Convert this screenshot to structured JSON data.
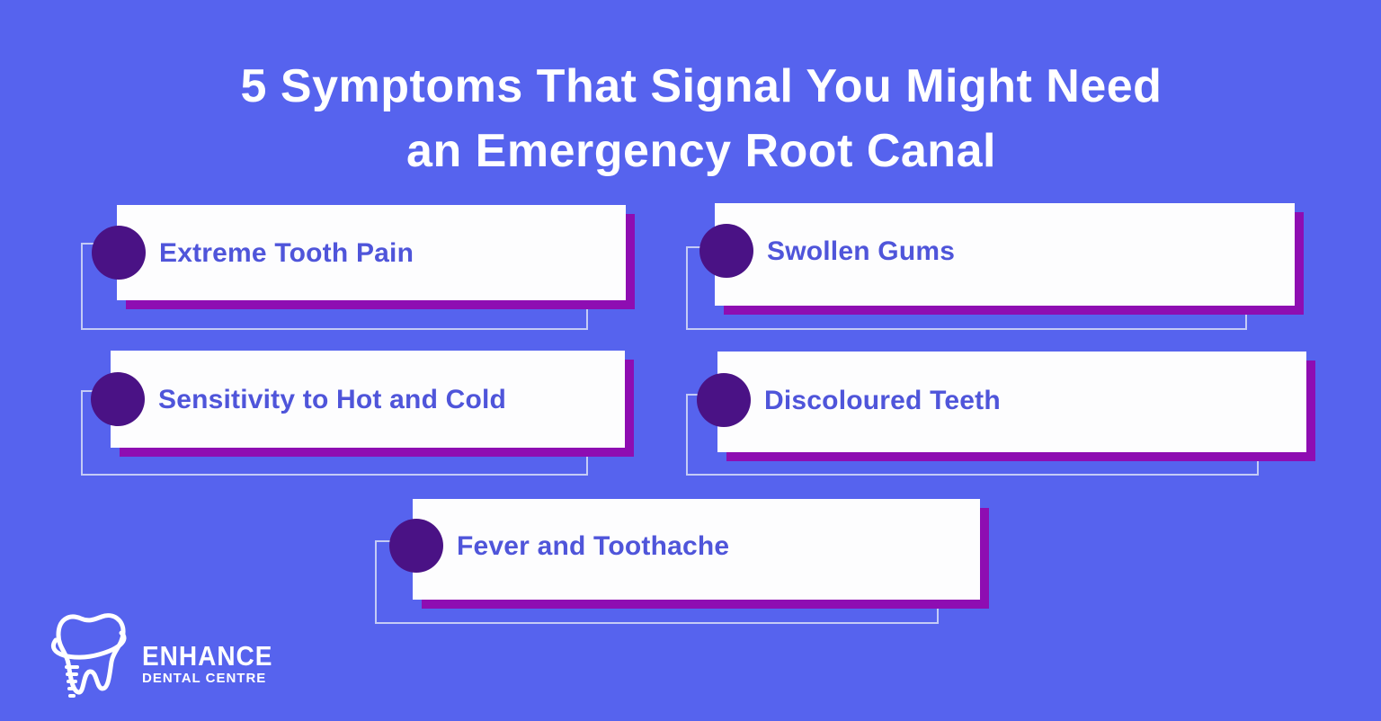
{
  "title": {
    "line1": "5 Symptoms That Signal You Might Need",
    "line2": "an Emergency Root Canal"
  },
  "symptoms": [
    {
      "label": "Extreme Tooth Pain"
    },
    {
      "label": "Swollen Gums"
    },
    {
      "label": "Sensitivity to Hot and Cold"
    },
    {
      "label": "Discoloured Teeth"
    },
    {
      "label": "Fever and Toothache"
    }
  ],
  "logo": {
    "name": "ENHANCE",
    "tagline": "DENTAL CENTRE",
    "icon": "tooth-icon"
  },
  "colors": {
    "background": "#5663ee",
    "card": "#ffffff",
    "card_shadow": "#8e0db2",
    "bullet": "#4a1285",
    "card_text": "#4f55da",
    "title_text": "#ffffff",
    "frame_line": "#e0e5f8"
  }
}
